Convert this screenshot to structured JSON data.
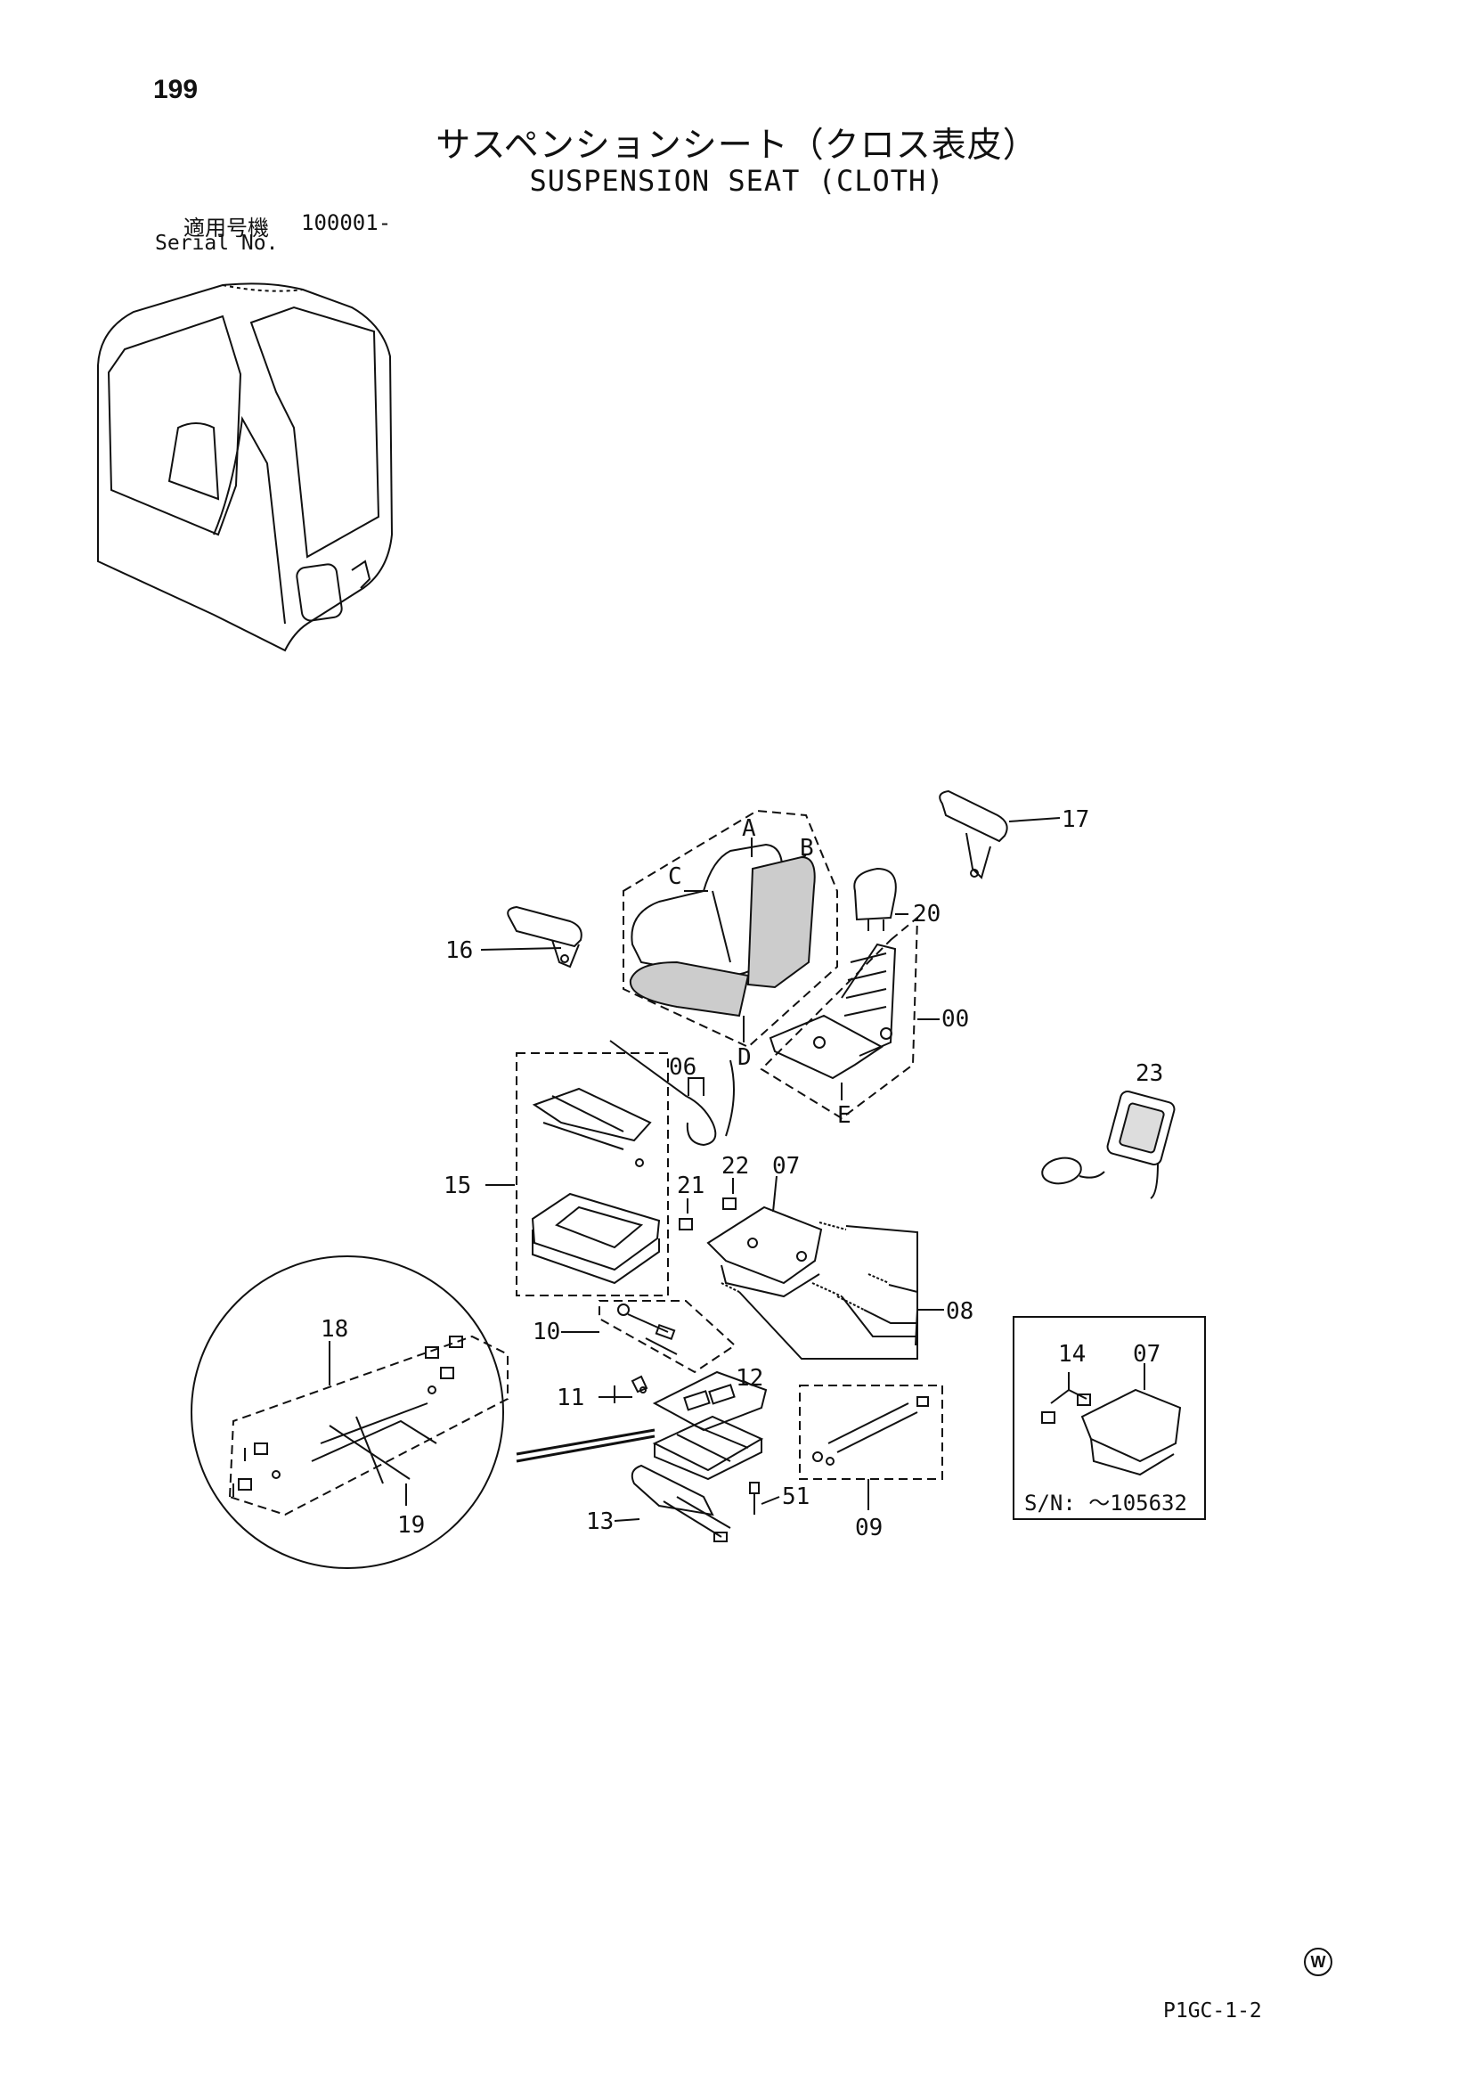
{
  "page_number": "199",
  "title_jp": "サスペンションシート（クロス表皮）",
  "title_en": "SUSPENSION SEAT (CLOTH)",
  "serial": {
    "label_jp": "適用号機",
    "value": "100001-",
    "label_en": "Serial No."
  },
  "callouts": {
    "p17": "17",
    "pA": "A",
    "pB": "B",
    "pC": "C",
    "p20": "20",
    "p16": "16",
    "p00": "00",
    "pD": "D",
    "p06": "06",
    "pE": "E",
    "p23": "23",
    "p15": "15",
    "p21": "21",
    "p22": "22",
    "p07": "07",
    "p08": "08",
    "p10": "10",
    "p18": "18",
    "p11": "11",
    "p12": "12",
    "p51": "51",
    "p13": "13",
    "p19": "19",
    "p09": "09",
    "p14": "14",
    "p07b": "07"
  },
  "inset_serial": "S/N: ～105632",
  "footer": {
    "watermark": "W",
    "code": "P1GC-1-2"
  }
}
